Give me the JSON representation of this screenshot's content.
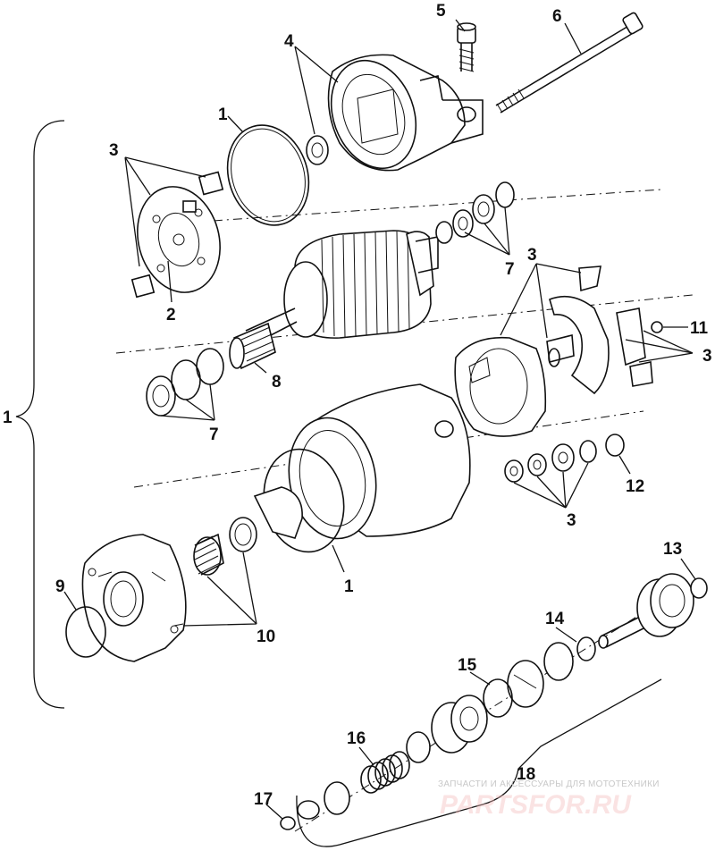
{
  "callouts": {
    "c1_left": "1",
    "c1_upper": "1",
    "c1_lower": "1",
    "c2": "2",
    "c3_top": "3",
    "c3_right_top": "3",
    "c3_right": "3",
    "c3_bottom": "3",
    "c4": "4",
    "c5": "5",
    "c6": "6",
    "c7_upper": "7",
    "c7_lower": "7",
    "c8": "8",
    "c9": "9",
    "c10": "10",
    "c11": "11",
    "c12": "12",
    "c13": "13",
    "c14": "14",
    "c15": "15",
    "c16": "16",
    "c17": "17",
    "c18": "18"
  },
  "watermark": {
    "tagline": "ЗАПЧАСТИ И АКСЕССУАРЫ ДЛЯ МОТОТЕХНИКИ",
    "logo": "PARTSFOR.RU",
    "logo_color": "#e05050"
  }
}
